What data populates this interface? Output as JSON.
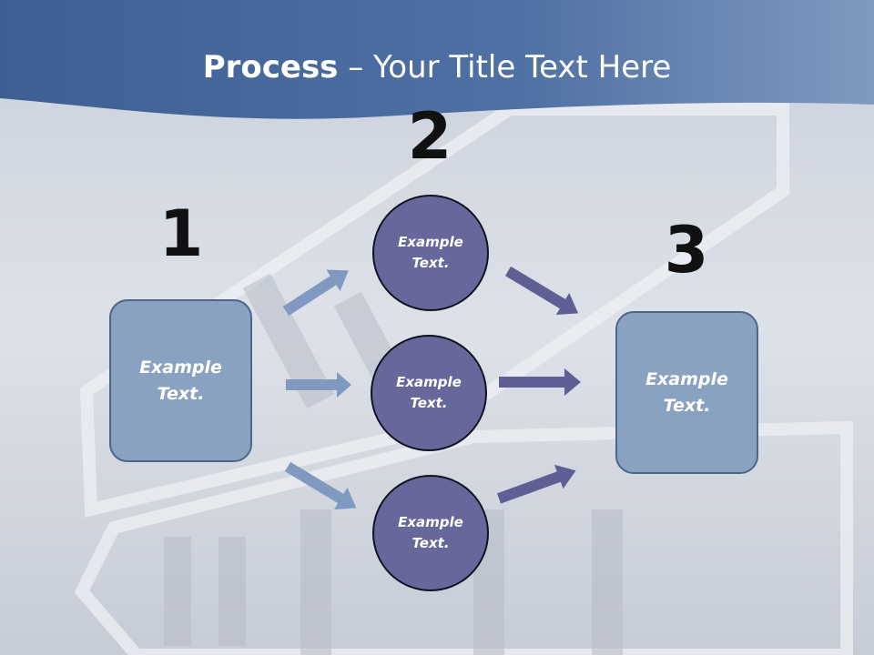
{
  "title": {
    "bold": "Process",
    "rest": " – Your Title Text Here"
  },
  "steps": [
    {
      "number": "1",
      "text": "Example Text."
    },
    {
      "number": "2",
      "text": "Example Text."
    },
    {
      "number": "3",
      "text": "Example Text."
    }
  ],
  "circles": [
    {
      "text": "Example Text."
    },
    {
      "text": "Example Text."
    },
    {
      "text": "Example Text."
    }
  ],
  "colors": {
    "header": "#4a6b99",
    "box_fill": "#8aa2c2",
    "circle_fill": "#66679a",
    "arrow_light": "#7f99c0",
    "arrow_dark": "#5e5f94"
  }
}
